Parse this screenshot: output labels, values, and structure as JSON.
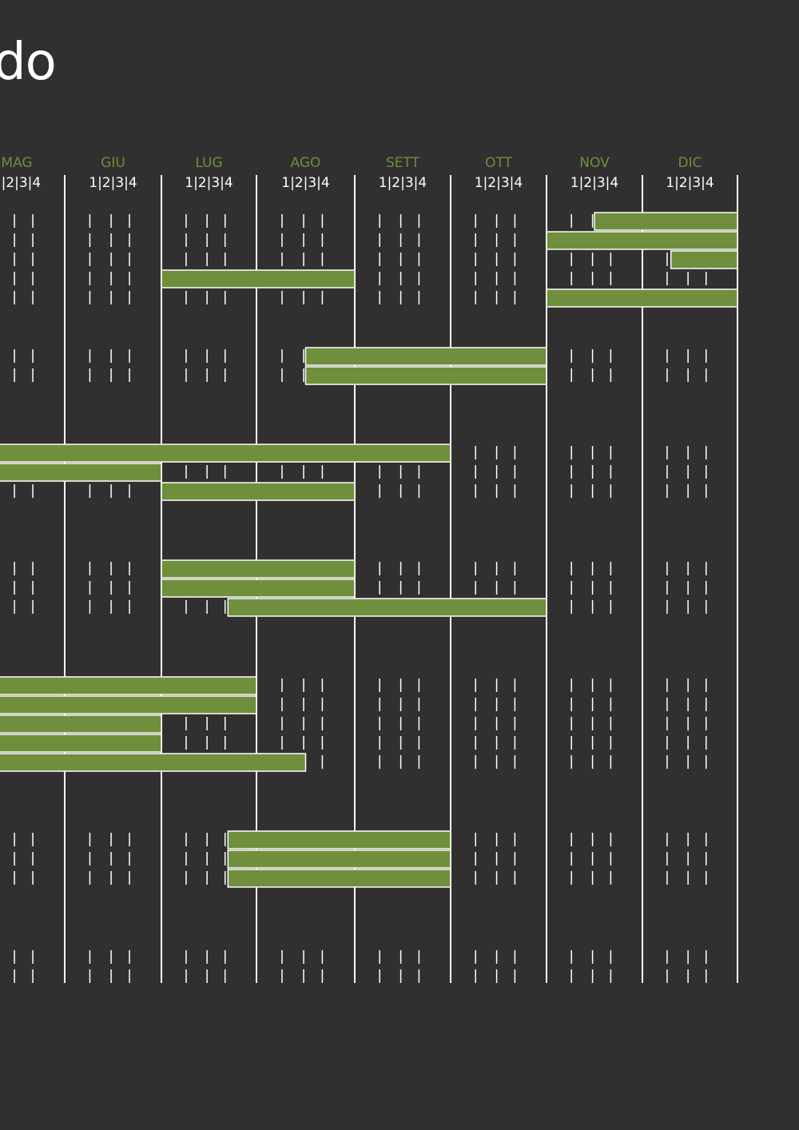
{
  "title_fragment": "do",
  "chart_data": {
    "type": "gantt",
    "months": [
      "MAG",
      "GIU",
      "LUG",
      "AGO",
      "SETT",
      "OTT",
      "NOV",
      "DIC"
    ],
    "week_labels": "1|2|3|4",
    "bar_color": "#6f8f3c",
    "background_color": "#312f30",
    "line_color": "#ffffff",
    "month_label_color": "#6f8f3c",
    "groups": [
      {
        "rows": [
          {
            "start": 6.5,
            "end": 8.0
          },
          {
            "start": 6.0,
            "end": 8.0
          },
          {
            "start": 7.3,
            "end": 8.0
          },
          {
            "start": 2.0,
            "end": 4.0
          },
          {
            "start": 6.0,
            "end": 8.0
          }
        ],
        "bars": [
          0,
          1,
          2,
          3,
          4
        ]
      },
      {
        "rows": [
          {
            "start": 3.5,
            "end": 6.0
          },
          {
            "start": 3.5,
            "end": 6.0
          }
        ],
        "bars": [
          0,
          1
        ]
      },
      {
        "rows": [
          {
            "start": 0.0,
            "end": 5.0
          },
          {
            "start": 0.0,
            "end": 2.0
          },
          {
            "start": 2.0,
            "end": 4.0
          }
        ],
        "bars": [
          0,
          1,
          2
        ]
      },
      {
        "rows": [
          {
            "start": 2.0,
            "end": 4.0
          },
          {
            "start": 2.0,
            "end": 4.0
          },
          {
            "start": 2.7,
            "end": 6.0
          }
        ],
        "bars": [
          0,
          1,
          2
        ]
      },
      {
        "rows": [
          {
            "start": 0.0,
            "end": 3.0
          },
          {
            "start": 0.0,
            "end": 3.0
          },
          {
            "start": 0.0,
            "end": 2.0
          },
          {
            "start": 0.0,
            "end": 2.0
          },
          {
            "start": 0.0,
            "end": 3.5
          }
        ],
        "bars": [
          0,
          1,
          2,
          3,
          4
        ]
      },
      {
        "rows": [
          {
            "start": 2.7,
            "end": 5.0
          },
          {
            "start": 2.7,
            "end": 5.0
          },
          {
            "start": 2.7,
            "end": 5.0
          }
        ],
        "bars": [
          0,
          1,
          2
        ]
      },
      {
        "rows": [
          {
            "start": null,
            "end": null
          },
          {
            "start": null,
            "end": null
          }
        ],
        "bars": []
      }
    ]
  }
}
